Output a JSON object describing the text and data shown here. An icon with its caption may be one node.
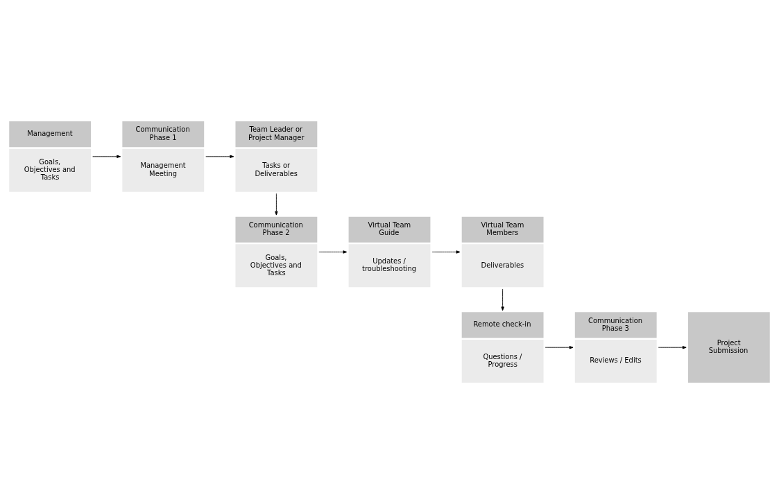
{
  "diagram": {
    "nodes": [
      {
        "text": [
          "Management",
          "Goals, Objectives and Tasks"
        ]
      },
      {
        "text": [
          "Communication Phase 1",
          "Management Meeting"
        ]
      },
      {
        "text": [
          "Team Leader or Project Manager",
          "Tasks or Deliverables"
        ]
      },
      {
        "text": [
          "Communication Phase 2",
          "Goals, Objectives and Tasks"
        ]
      },
      {
        "text": [
          "Virtual Team Guide",
          "Updates / troubleshooting"
        ]
      },
      {
        "text": [
          "Virtual Team Members",
          "Deliverables"
        ]
      },
      {
        "text": [
          "Remote check-in",
          "Questions / Progress"
        ]
      },
      {
        "text": [
          "Communication Phase 3",
          "Reviews / Edits"
        ]
      },
      {
        "text": [
          "Project Submission"
        ]
      }
    ],
    "edges": [
      {
        "from": 0,
        "to": 1,
        "arrow": "to"
      },
      {
        "from": 1,
        "to": 2,
        "arrow": "to"
      },
      {
        "from": 2,
        "to": 3,
        "arrow": "to"
      },
      {
        "from": 3,
        "to": 4,
        "arrow": "to"
      },
      {
        "from": 4,
        "to": 5,
        "arrow": "to"
      },
      {
        "from": 5,
        "to": 6,
        "arrow": "to"
      },
      {
        "from": 6,
        "to": 7,
        "arrow": "to"
      },
      {
        "from": 7,
        "to": 8,
        "arrow": "to"
      }
    ]
  }
}
